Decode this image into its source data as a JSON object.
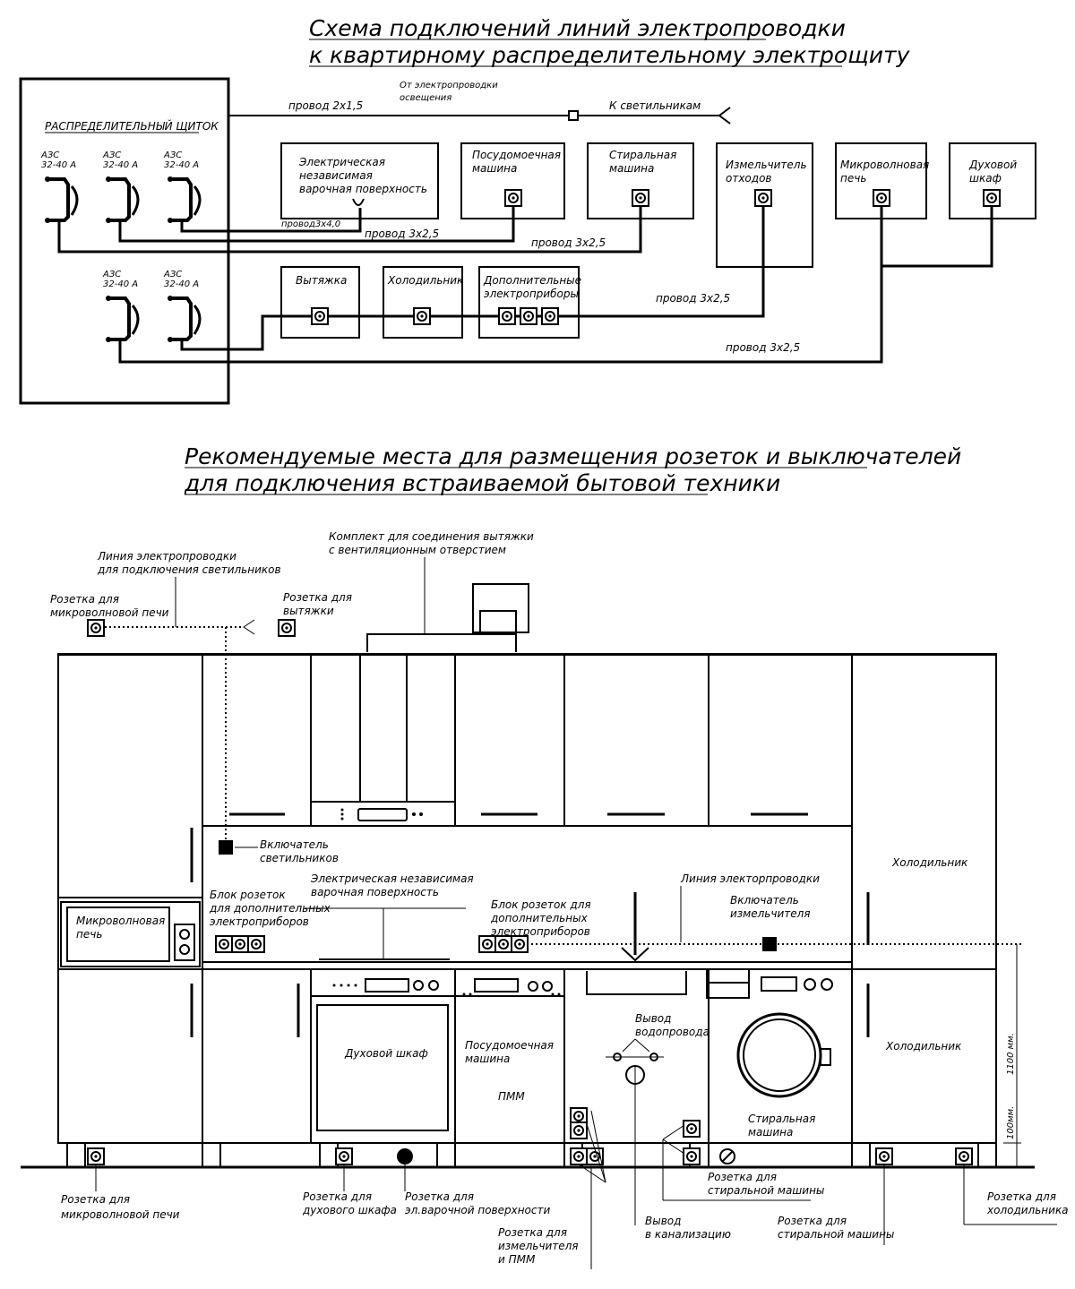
{
  "top": {
    "title1": "Схема подключений линий электропроводки",
    "title2": "к квартирному распределительному электрощиту",
    "panel": "РАСПРЕДЕЛИТЕЛЬНЫЙ ЩИТОК",
    "breaker1": "АЗС",
    "breaker2": "32-40 А",
    "light_from1": "От электропроводки",
    "light_from2": "освещения",
    "wire_2x15": "провод 2х1,5",
    "to_lamps": "К светильникам",
    "hob1": "Электрическая",
    "hob2": "независимая",
    "hob3": "варочная поверхность",
    "dish1": "Посудомоечная",
    "dish2": "машина",
    "wash1": "Стиральная",
    "wash2": "машина",
    "shred1": "Измельчитель",
    "shred2": "отходов",
    "micro1": "Микроволновая",
    "micro2": "печь",
    "oven1": "Духовой",
    "oven2": "шкаф",
    "hood": "Вытяжка",
    "fridge": "Холодильник",
    "extra1": "Дополнительные",
    "extra2": "электроприборы",
    "wire_3x4": "провод3х4,0",
    "wire_3x25": "провод 3х2,5"
  },
  "bottom": {
    "title1": "Рекомендуемые места для размещения розеток и выключателей",
    "title2": "для подключения встраиваемой бытовой техники",
    "vent1": "Комплект для соединения вытяжки",
    "vent2": "с вентиляционным отверстием",
    "line_light1": "Линия электропроводки",
    "line_light2": "для подключения светильников",
    "sock_micro1": "Розетка для",
    "sock_micro2": "микроволновой печи",
    "sock_hood1": "Розетка для",
    "sock_hood2": "вытяжки",
    "switch1": "Включатель",
    "switch2": "светильников",
    "hob1": "Электрическая независимая",
    "hob2": "варочная поверхность",
    "block1": "Блок розеток",
    "block2": "для дополнительных",
    "block3": "электроприборов",
    "block_b1": "Блок розеток для",
    "block_b2": "дополнительных",
    "block_b3": "электроприборов",
    "line_wiring": "Линия электорпроводки",
    "sw_shred1": "Включатель",
    "sw_shred2": "измельчителя",
    "fridge": "Холодильник",
    "micro1": "Микроволновая",
    "micro2": "печь",
    "oven": "Духовой шкаф",
    "dish1": "Посудомоечная",
    "dish2": "машина",
    "pmm": "ПММ",
    "water1": "Вывод",
    "water2": "водопровода",
    "wash1": "Стиральная",
    "wash2": "машина",
    "dim1100": "1100 мм.",
    "dim100": "100мм.",
    "b_micro1": "Розетка для",
    "b_micro2": "микроволновой печи",
    "b_oven1": "Розетка для",
    "b_oven2": "духового шкафа",
    "b_hob1": "Розетка для",
    "b_hob2": "эл.варочной поверхности",
    "b_shred1": "Розетка для",
    "b_shred2": "измельчителя",
    "b_shred3": "и ПММ",
    "b_drain1": "Вывод",
    "b_drain2": "в канализацию",
    "b_wash1": "Розетка для",
    "b_wash2": "стиральной машины",
    "b_wash3": "Розетка для",
    "b_wash4": "стиральной машины",
    "b_fridge1": "Розетка для",
    "b_fridge2": "холодильника"
  }
}
